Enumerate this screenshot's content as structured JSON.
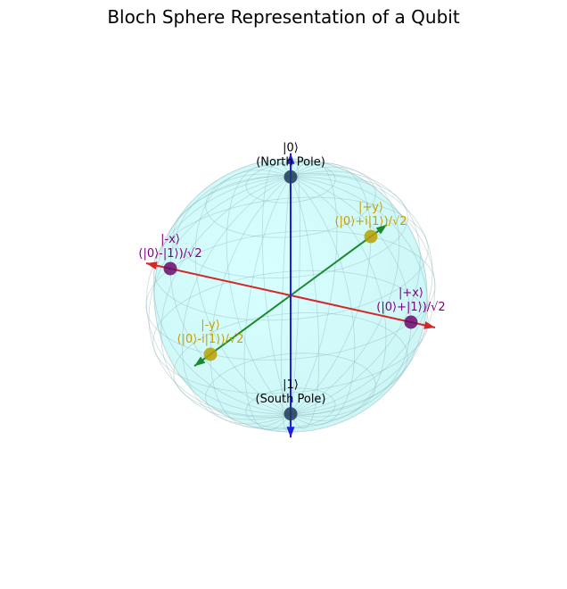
{
  "chart_data": {
    "type": "scatter",
    "projection": "3d",
    "title": "Bloch Sphere Representation of a Qubit",
    "sphere": {
      "radius": 1,
      "face_color": "#cdf6f6",
      "wire_color": "#8fb3b8"
    },
    "axes": [
      {
        "name": "x",
        "color": "#d62728",
        "from": [
          -1.2,
          0,
          0
        ],
        "to": [
          1.2,
          0,
          0
        ]
      },
      {
        "name": "y",
        "color": "#1a8a2e",
        "from": [
          0,
          -1.2,
          0
        ],
        "to": [
          0,
          1.2,
          0
        ]
      },
      {
        "name": "z",
        "color": "#1f1fe0",
        "from": [
          0,
          0,
          -1.2
        ],
        "to": [
          0,
          0,
          1.2
        ]
      }
    ],
    "states": [
      {
        "ket": "|0⟩",
        "desc": "(North Pole)",
        "pos": [
          0,
          0,
          1
        ],
        "color": "#1f3a5a",
        "label_color": "#000000"
      },
      {
        "ket": "|1⟩",
        "desc": "(South Pole)",
        "pos": [
          0,
          0,
          -1
        ],
        "color": "#1f3a5a",
        "label_color": "#000000"
      },
      {
        "ket": "|+x⟩",
        "desc": "(|0⟩+|1⟩)/√2",
        "pos": [
          1,
          0,
          0
        ],
        "color": "#6a0a6a",
        "label_color": "#800080"
      },
      {
        "ket": "|-x⟩",
        "desc": "(|0⟩-|1⟩)/√2",
        "pos": [
          -1,
          0,
          0
        ],
        "color": "#6a0a6a",
        "label_color": "#800080"
      },
      {
        "ket": "|+y⟩",
        "desc": "(|0⟩+i|1⟩)/√2",
        "pos": [
          0,
          1,
          0
        ],
        "color": "#b8a000",
        "label_color": "#c8a000"
      },
      {
        "ket": "|-y⟩",
        "desc": "(|0⟩-i|1⟩)/√2",
        "pos": [
          0,
          -1,
          0
        ],
        "color": "#b8a000",
        "label_color": "#c8a000"
      }
    ]
  }
}
